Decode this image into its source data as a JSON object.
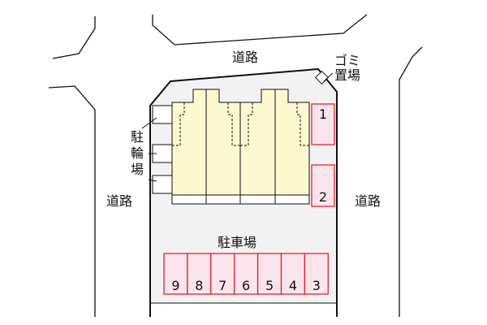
{
  "labels": {
    "road_top": "道路",
    "road_left": "道路",
    "road_right": "道路",
    "garbage_line1": "ゴミ",
    "garbage_line2": "置場",
    "bicycle": [
      "駐",
      "輪",
      "場"
    ],
    "parking": "駐車場"
  },
  "parking_spaces": {
    "side": [
      "1",
      "2"
    ],
    "bottom": [
      "9",
      "8",
      "7",
      "6",
      "5",
      "4",
      "3"
    ]
  },
  "colors": {
    "lot": "#f2f2f2",
    "building": "#fdf8d0",
    "parking_fill": "#fce4ec",
    "parking_border": "#e8202a"
  }
}
